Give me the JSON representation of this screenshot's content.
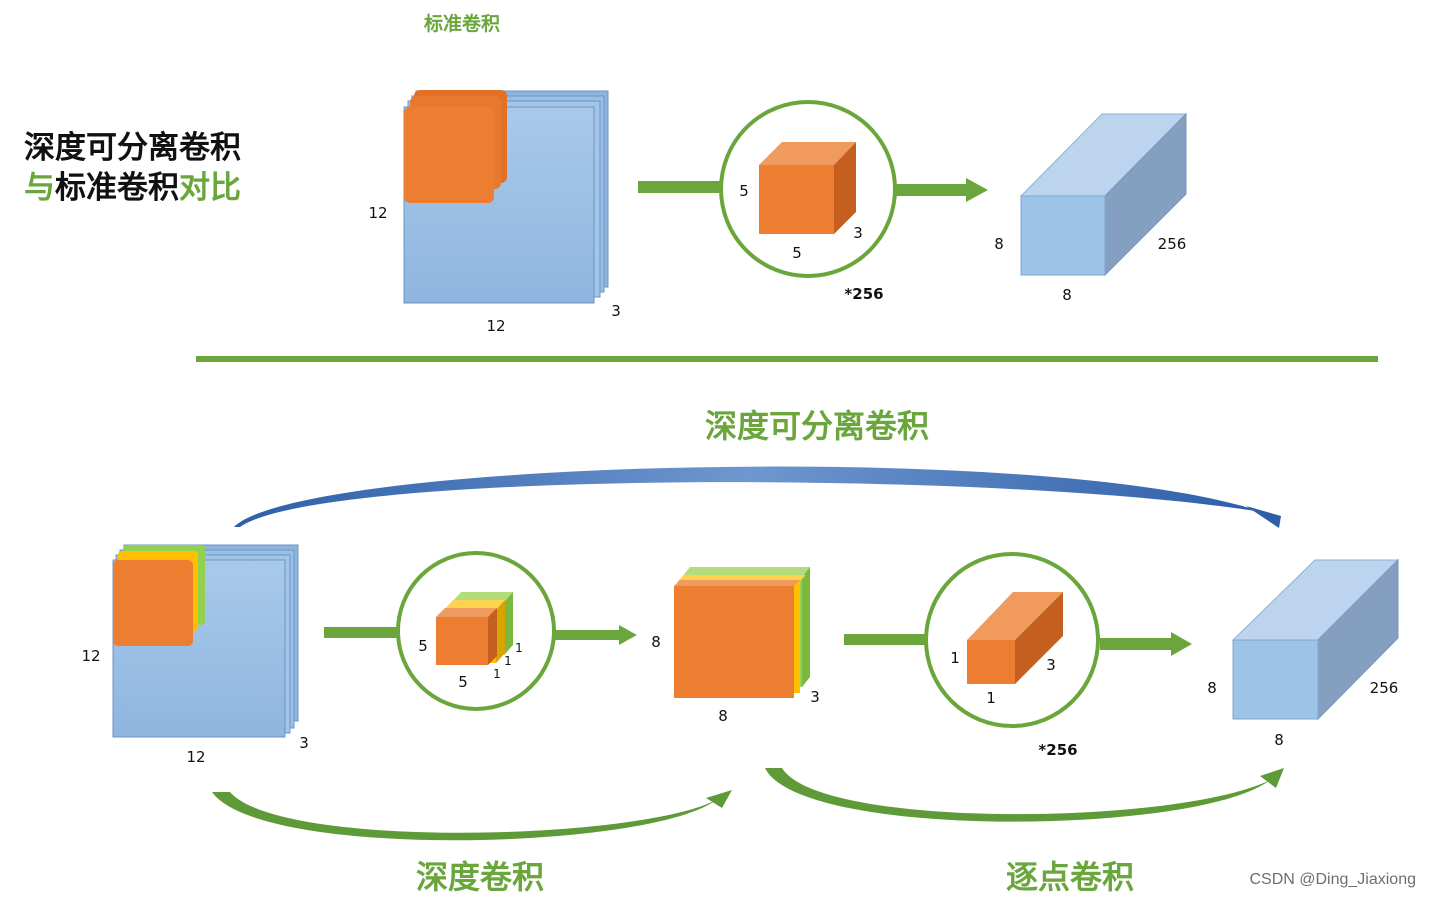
{
  "top": {
    "caption": "标准卷积",
    "side_title_line1": "深度可分离卷积",
    "side_title_line2_a": "与",
    "side_title_line2_b": "标准卷积",
    "side_title_line2_c": "对比",
    "input_height": "12",
    "input_width": "12",
    "input_depth": "3",
    "kernel_height": "5",
    "kernel_width": "5",
    "kernel_depth": "3",
    "kernel_count": "*256",
    "output_height": "8",
    "output_width": "8",
    "output_depth": "256"
  },
  "bottom": {
    "title": "深度可分离卷积",
    "input_height": "12",
    "input_width": "12",
    "input_depth": "3",
    "dw_kernel_height": "5",
    "dw_kernel_width": "5",
    "dw_kernel_depth_1": "1",
    "dw_kernel_depth_2": "1",
    "dw_kernel_depth_3": "1",
    "mid_height": "8",
    "mid_width": "8",
    "mid_depth": "3",
    "pw_kernel_height": "1",
    "pw_kernel_width": "1",
    "pw_kernel_depth": "3",
    "pw_kernel_count": "*256",
    "output_height": "8",
    "output_width": "8",
    "output_depth": "256",
    "depthwise_label": "深度卷积",
    "pointwise_label": "逐点卷积"
  },
  "watermark": "CSDN @Ding_Jiaxiong",
  "colors": {
    "green": "#6aa63c",
    "orange": "#ed7d31",
    "blue": "#9dc3e6",
    "yellow": "#ffc000",
    "lightgreen": "#92d050",
    "arc_blue": "#2f5fa8"
  }
}
